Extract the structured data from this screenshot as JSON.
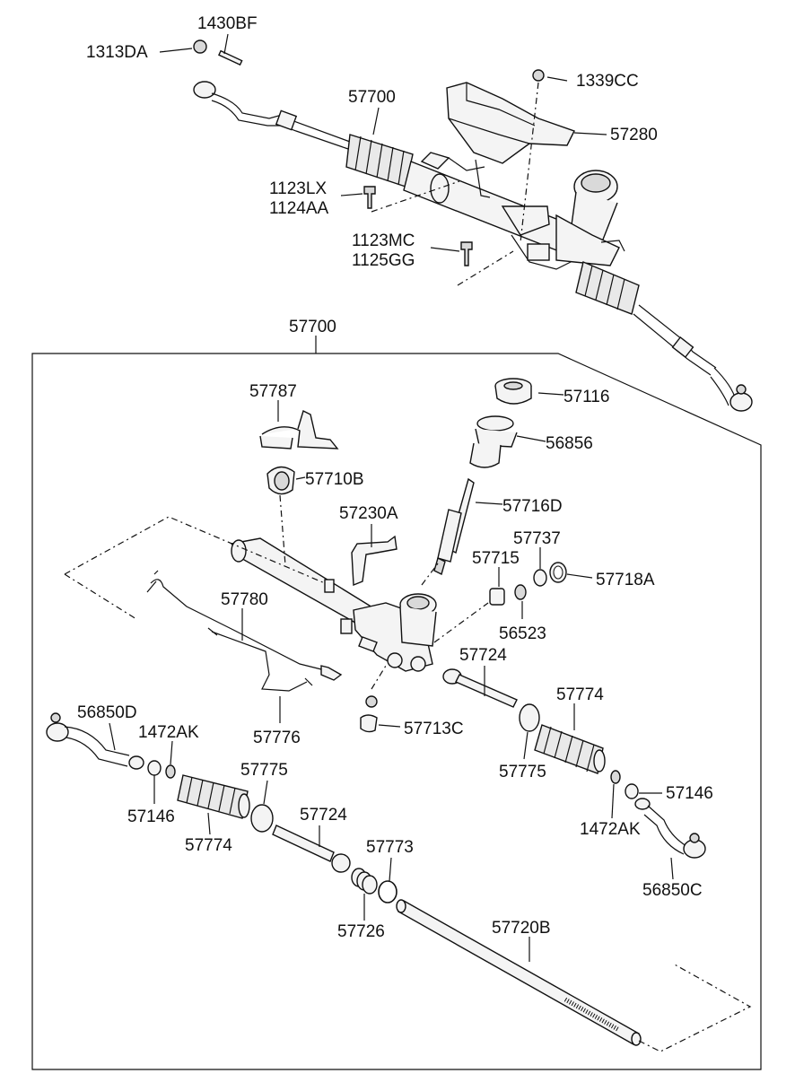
{
  "labels": {
    "l1313DA": "1313DA",
    "l1430BF": "1430BF",
    "l57700_top": "57700",
    "l1339CC": "1339CC",
    "l57280": "57280",
    "l1123LX": "1123LX",
    "l1124AA": "1124AA",
    "l1123MC": "1123MC",
    "l1125GG": "1125GG",
    "l57700_box": "57700",
    "l57787": "57787",
    "l57116": "57116",
    "l57710B": "57710B",
    "l56856": "56856",
    "l57716D": "57716D",
    "l57230A": "57230A",
    "l57737": "57737",
    "l57715": "57715",
    "l57718A": "57718A",
    "l57780": "57780",
    "l56523": "56523",
    "l57724_r": "57724",
    "l57774_r": "57774",
    "l56850D": "56850D",
    "l1472AK_l": "1472AK",
    "l57776": "57776",
    "l57713C": "57713C",
    "l57775_r": "57775",
    "l57775_l": "57775",
    "l57146_r": "57146",
    "l57146_l": "57146",
    "l57724_l": "57724",
    "l1472AK_r": "1472AK",
    "l57774_l": "57774",
    "l57773": "57773",
    "l56850C": "56850C",
    "l57726": "57726",
    "l57720B": "57720B"
  }
}
